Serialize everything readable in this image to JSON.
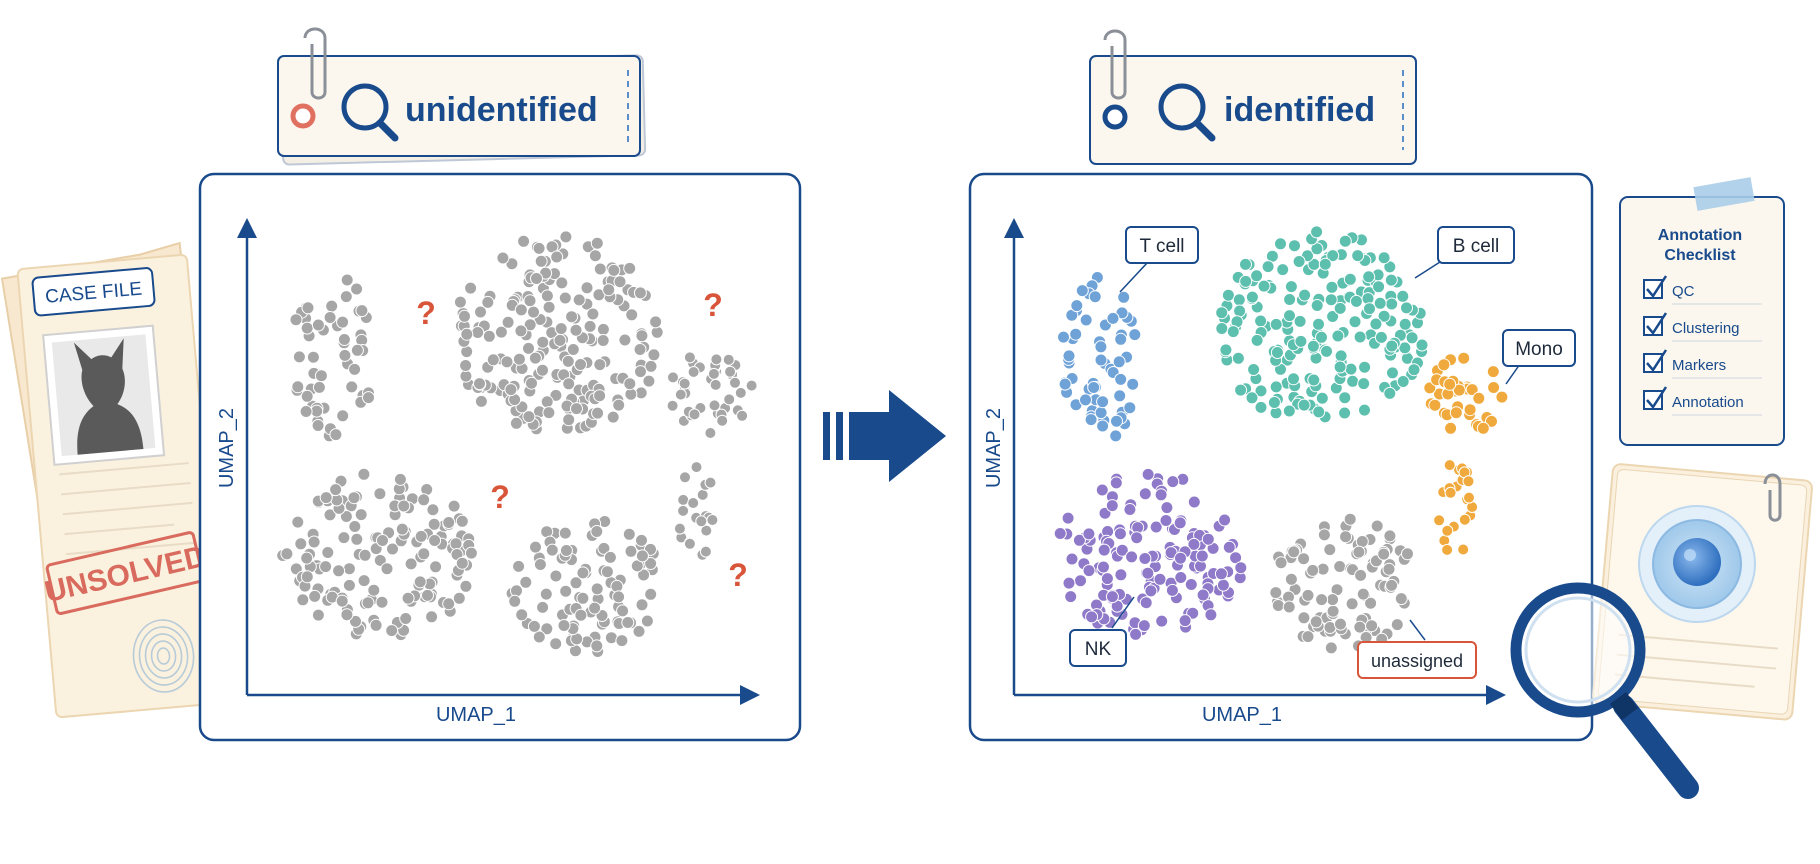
{
  "left_panel": {
    "tag_label": "unidentified",
    "x_axis_label": "UMAP_1",
    "y_axis_label": "UMAP_2",
    "question_mark": "?",
    "clusters": [
      {
        "id": "c1",
        "state": "unidentified"
      },
      {
        "id": "c2",
        "state": "unidentified"
      },
      {
        "id": "c3",
        "state": "unidentified"
      },
      {
        "id": "c4",
        "state": "unidentified"
      },
      {
        "id": "c5",
        "state": "unidentified"
      },
      {
        "id": "c6",
        "state": "unidentified"
      }
    ]
  },
  "right_panel": {
    "tag_label": "identified",
    "x_axis_label": "UMAP_1",
    "y_axis_label": "UMAP_2",
    "clusters": [
      {
        "id": "tcell",
        "label": "T cell",
        "color": "#6fa3d8"
      },
      {
        "id": "bcell",
        "label": "B cell",
        "color": "#5dbfae"
      },
      {
        "id": "mono",
        "label": "Mono",
        "color": "#f0a93c"
      },
      {
        "id": "nk",
        "label": "NK",
        "color": "#8f79c9"
      },
      {
        "id": "unassigned",
        "label": "unassigned",
        "color": "#a6a6a6"
      }
    ]
  },
  "case_file": {
    "title": "CASE FILE",
    "stamp": "UNSOLVED"
  },
  "checklist": {
    "title_line1": "Annotation",
    "title_line2": "Checklist",
    "items": [
      {
        "label": "QC",
        "checked": true
      },
      {
        "label": "Clustering",
        "checked": true
      },
      {
        "label": "Markers",
        "checked": true
      },
      {
        "label": "Annotation",
        "checked": true
      }
    ]
  },
  "colors": {
    "navy": "#184a8c",
    "question": "#d9553a",
    "stamp_red": "#d96a5e",
    "unassigned_border": "#d9553a",
    "grey_dot": "#a6a6a6"
  }
}
